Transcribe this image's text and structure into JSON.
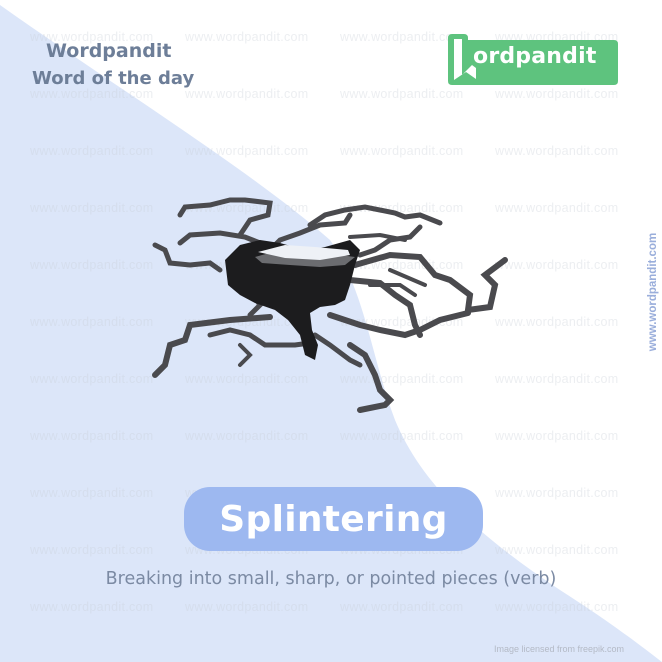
{
  "header": {
    "brand_title": "Wordpandit",
    "brand_subtitle": "Word of the day"
  },
  "logo": {
    "text": "ordpandit",
    "icon": "bookmark-w-icon",
    "color": "#5ec37e"
  },
  "vertical_url": "www.wordpandit.com",
  "watermark_text": "www.wordpandit.com",
  "word": {
    "term": "Splintering",
    "definition": "Breaking into small, sharp, or pointed pieces (verb)"
  },
  "illustration": {
    "icon": "cracked-surface-icon"
  },
  "credit": "Image licensed from freepik.com",
  "colors": {
    "background": "#ffffff",
    "blue_shape": "#dce6f9",
    "pill": "#9db8f0",
    "text_gray_blue": "#6d7e98",
    "logo_green": "#5ec37e"
  }
}
